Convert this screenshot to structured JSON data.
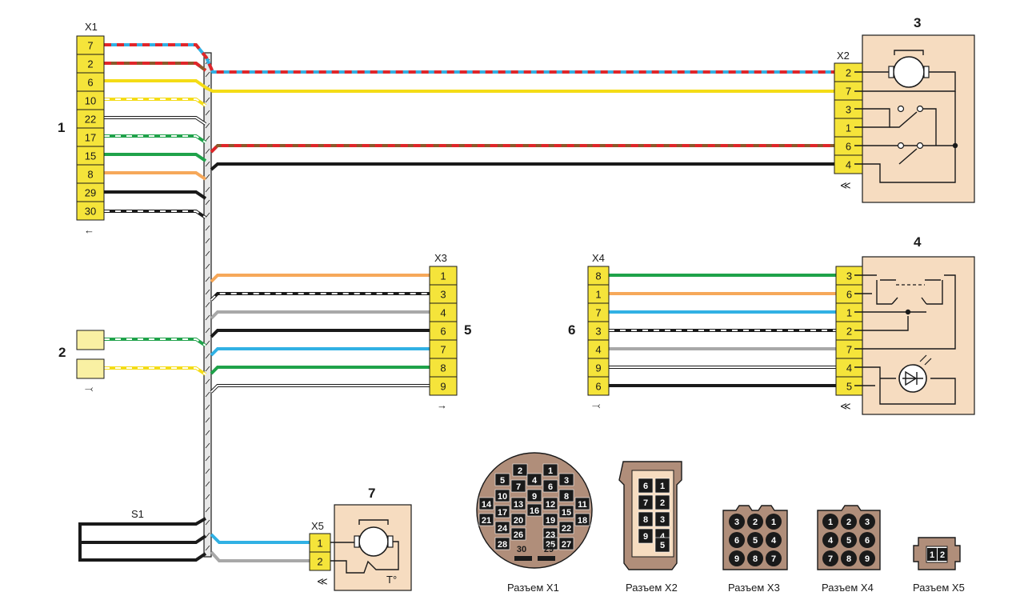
{
  "colors": {
    "pin_fill": "#f5e43a",
    "component_fill": "#f6dcc0",
    "plug_body": "#b08e7a",
    "red": "#e0262a",
    "blue": "#31b1e4",
    "yellow": "#f4dc16",
    "green": "#1fa24a",
    "orange": "#f6a85a",
    "black": "#1a1a1a",
    "gray": "#a8a8a8",
    "white": "#ffffff",
    "brown": "#8b5a2b"
  },
  "labels": {
    "n1": "1",
    "n2": "2",
    "n3": "3",
    "n4": "4",
    "n5": "5",
    "n6": "6",
    "n7": "7",
    "x1": "X1",
    "x2": "X2",
    "x3": "X3",
    "x4": "X4",
    "x5": "X5",
    "s1": "S1",
    "t_deg": "T°"
  },
  "x1": {
    "pins": [
      "7",
      "2",
      "6",
      "10",
      "22",
      "17",
      "15",
      "8",
      "29",
      "30"
    ],
    "wires": [
      "red-blue",
      "red-brown",
      "yellow",
      "yellow-white",
      "white",
      "green-white",
      "green",
      "orange",
      "black",
      "black-white"
    ]
  },
  "x2": {
    "pins": [
      "2",
      "7",
      "3",
      "1",
      "6",
      "4"
    ]
  },
  "x3": {
    "pins": [
      "1",
      "3",
      "4",
      "6",
      "7",
      "8",
      "9"
    ],
    "wires": [
      "orange",
      "black-white",
      "gray",
      "black",
      "blue",
      "green",
      "white"
    ]
  },
  "x4": {
    "pins_left": [
      "8",
      "1",
      "7",
      "3",
      "4",
      "9",
      "6"
    ],
    "pins_right": [
      "3",
      "6",
      "1",
      "2",
      "7",
      "4",
      "5"
    ],
    "wires": [
      "green",
      "orange",
      "blue",
      "black-white",
      "gray",
      "white",
      "black"
    ]
  },
  "x5": {
    "pins": [
      "1",
      "2"
    ]
  },
  "plug_x1": {
    "caption": "Разъем X1",
    "pins": [
      "2",
      "1",
      "5",
      "7",
      "4",
      "6",
      "3",
      "14",
      "10",
      "13",
      "9",
      "16",
      "8",
      "12",
      "11",
      "17",
      "20",
      "19",
      "15",
      "21",
      "22",
      "24",
      "23",
      "18",
      "26",
      "25",
      "28",
      "27",
      "30",
      "29"
    ]
  },
  "plug_x2": {
    "caption": "Разъем X2",
    "pins": [
      "6",
      "1",
      "7",
      "2",
      "8",
      "3",
      "9",
      "4",
      "5"
    ]
  },
  "plug_x3": {
    "caption": "Разъем X3",
    "pins": [
      "3",
      "2",
      "1",
      "6",
      "5",
      "4",
      "9",
      "8",
      "7"
    ]
  },
  "plug_x4": {
    "caption": "Разъем X4",
    "pins": [
      "1",
      "2",
      "3",
      "4",
      "5",
      "6",
      "7",
      "8",
      "9"
    ]
  },
  "plug_x5": {
    "caption": "Разъем X5",
    "pins": [
      "1",
      "2"
    ]
  }
}
